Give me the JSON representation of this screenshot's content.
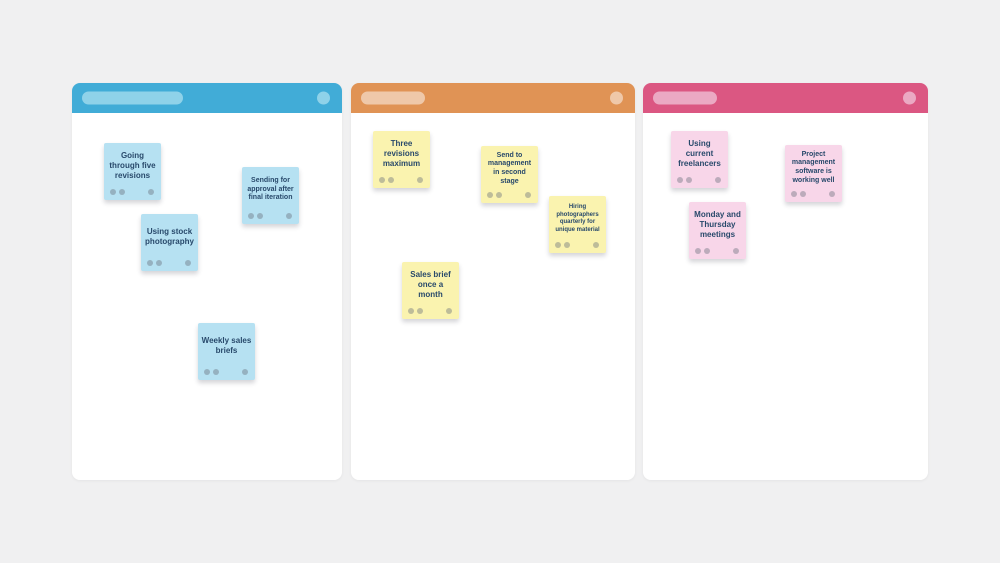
{
  "page": {
    "background_color": "#f0f0f1",
    "note_text_color": "#28496b"
  },
  "board": {
    "columns": [
      {
        "name": "column-1",
        "header_color": "#41acd7",
        "header_pill_color": "#8fd2e9",
        "header_circle_color": "#8fd2e9",
        "note_color": "#b6e1f2",
        "notes": [
          {
            "text": "Going through five revisions"
          },
          {
            "text": "Sending for approval after final iteration"
          },
          {
            "text": "Using stock photography"
          },
          {
            "text": "Weekly sales briefs"
          }
        ]
      },
      {
        "name": "column-2",
        "header_color": "#e09355",
        "header_pill_color": "#efc8a9",
        "header_circle_color": "#efc8a9",
        "note_color": "#faf3af",
        "notes": [
          {
            "text": "Three revisions maximum"
          },
          {
            "text": "Send to management in second stage"
          },
          {
            "text": "Hiring photographers quarterly for unique material"
          },
          {
            "text": "Sales brief once a month"
          }
        ]
      },
      {
        "name": "column-3",
        "header_color": "#db5782",
        "header_pill_color": "#eba9c3",
        "header_circle_color": "#eba9c3",
        "note_color": "#f8d6e9",
        "notes": [
          {
            "text": "Using current freelancers"
          },
          {
            "text": "Project management software is working well"
          },
          {
            "text": "Monday and Thursday meetings"
          }
        ]
      }
    ]
  }
}
